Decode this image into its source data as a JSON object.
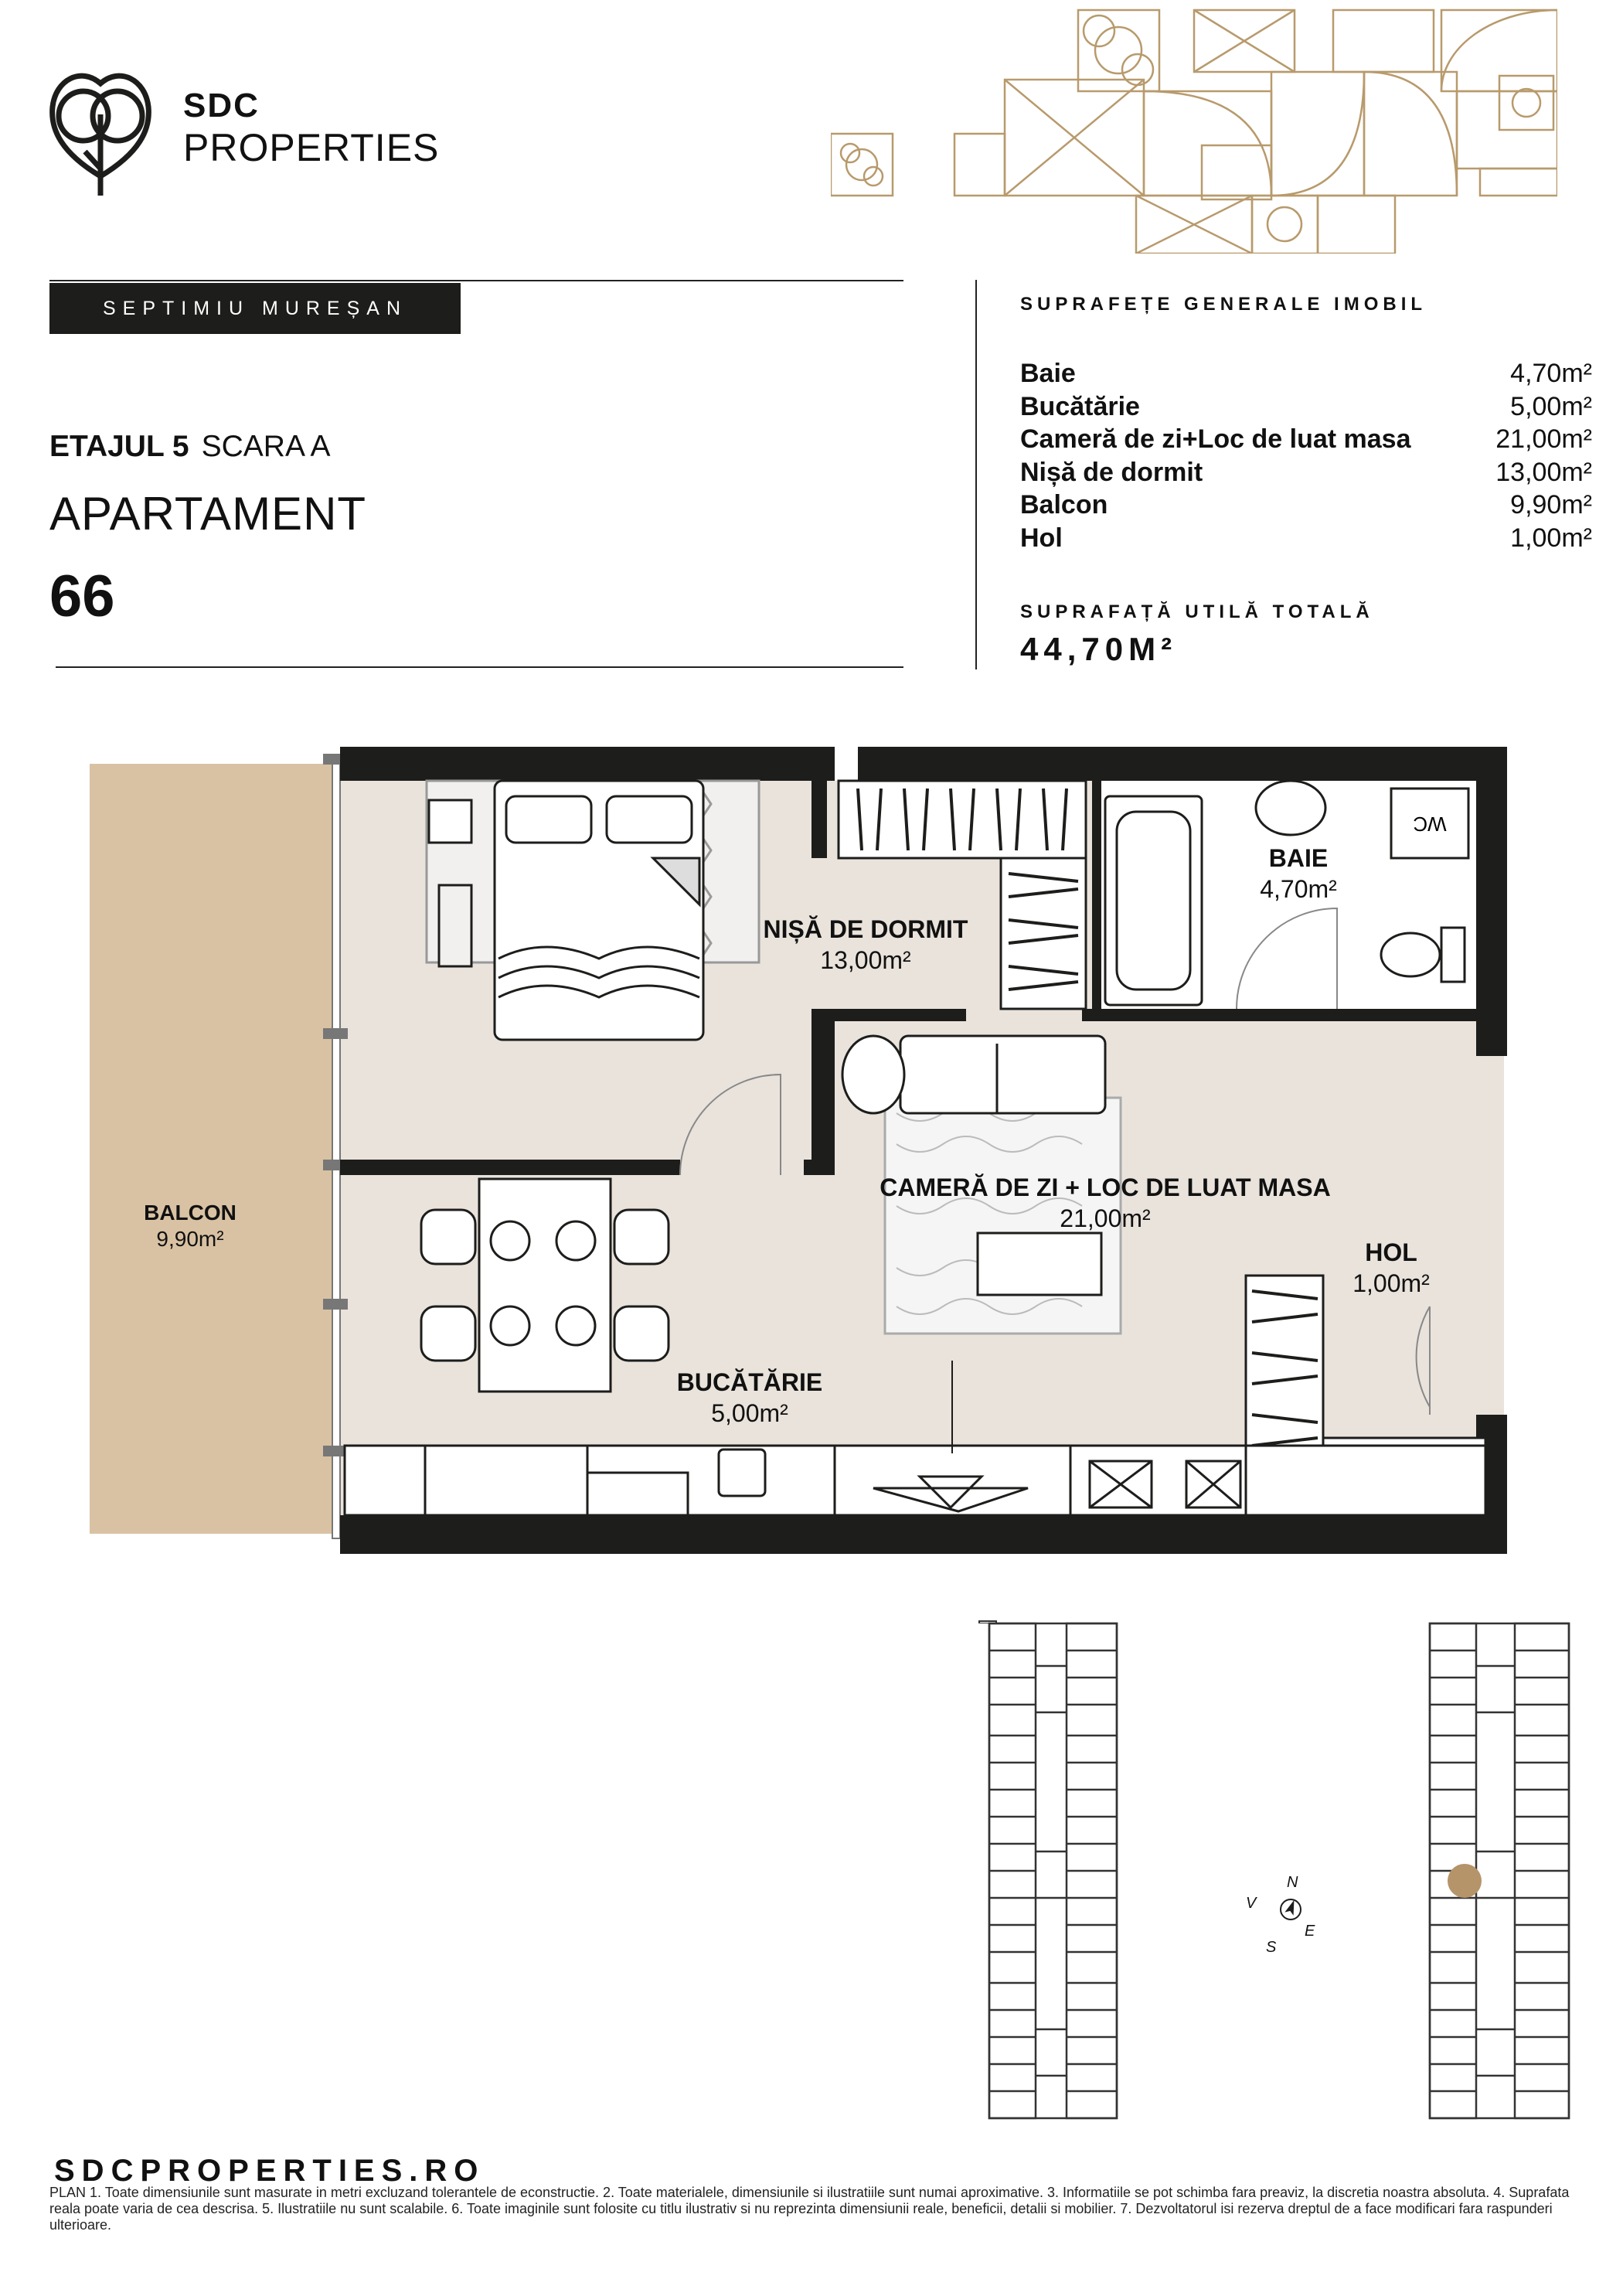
{
  "brand": {
    "line1": "SDC",
    "line2": "PROPERTIES"
  },
  "project": "SEPTIMIU MUREȘAN",
  "floor": {
    "floor_label": "ETAJUL 5",
    "stair_label": "SCARA A"
  },
  "apartment": {
    "label": "APARTAMENT",
    "number": "66"
  },
  "areas_section": {
    "title": "SUPRAFEȚE GENERALE IMOBIL",
    "rows": [
      {
        "name": "Baie",
        "value": "4,70m²"
      },
      {
        "name": "Bucătărie",
        "value": "5,00m²"
      },
      {
        "name": "Cameră de zi+Loc de luat masa",
        "value": "21,00m²"
      },
      {
        "name": "Nișă de dormit",
        "value": "13,00m²"
      },
      {
        "name": "Balcon",
        "value": "9,90m²"
      },
      {
        "name": "Hol",
        "value": "1,00m²"
      }
    ],
    "total_label": "SUPRAFAȚĂ UTILĂ TOTALĂ",
    "total_value": "44,70M²"
  },
  "rooms": {
    "bedroom": {
      "name": "NIȘĂ DE DORMIT",
      "area": "13,00m²"
    },
    "bath": {
      "name": "BAIE",
      "area": "4,70m²"
    },
    "living": {
      "name": "CAMERĂ DE ZI + LOC DE LUAT MASA",
      "area": "21,00m²"
    },
    "hall": {
      "name": "HOL",
      "area": "1,00m²"
    },
    "kitchen": {
      "name": "BUCĂTĂRIE",
      "area": "5,00m²"
    },
    "balcony": {
      "name": "BALCON",
      "area": "9,90m²"
    },
    "wc_sign": "WC"
  },
  "compass": {
    "n": "N",
    "e": "E",
    "s": "S",
    "v": "V"
  },
  "website": "SDCPROPERTIES.RO",
  "disclaimer": "PLAN 1. Toate dimensiunile sunt masurate in metri excluzand tolerantele de econstructie. 2. Toate materialele, dimensiunile si ilustratiile sunt numai aproximative. 3. Informatiile se pot schimba fara preaviz, la discretia noastra absoluta. 4. Suprafata reala poate varia de cea descrisa. 5. Ilustratiile nu sunt scalabile. 6. Toate imaginile sunt folosite cu titlu ilustrativ si nu reprezinta dimensiunii reale, beneficii, detalii si mobilier. 7. Dezvoltatorul isi rezerva dreptul de a face modificari fara raspunderi ulterioare.",
  "colors": {
    "gold": "#b89a6c",
    "balcony": "#d9c2a3",
    "floor": "#e9e3dc",
    "wall": "#1d1d1b",
    "marker": "#b5946a"
  }
}
